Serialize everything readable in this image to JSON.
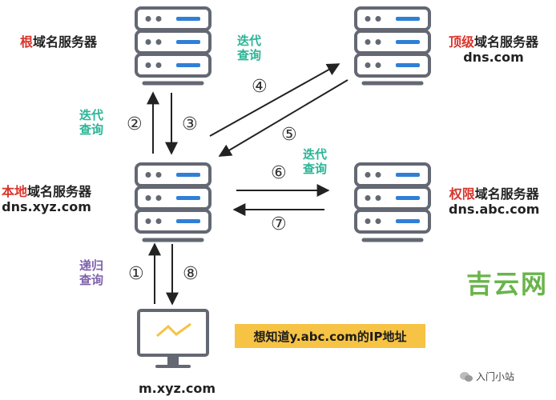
{
  "servers": {
    "root": {
      "accent": "根",
      "suffix": "域名服务器"
    },
    "tld": {
      "accent": "顶级",
      "suffix": "域名服务器",
      "host": "dns.com"
    },
    "local": {
      "accent": "本地",
      "suffix": "域名服务器",
      "host": "dns.xyz.com"
    },
    "auth": {
      "accent": "权限",
      "suffix": "域名服务器",
      "host": "dns.abc.com"
    }
  },
  "query_labels": {
    "iter_top": [
      "迭代",
      "查询"
    ],
    "iter_left": [
      "迭代",
      "查询"
    ],
    "iter_right": [
      "迭代",
      "查询"
    ],
    "recursive": [
      "递归",
      "查询"
    ]
  },
  "steps": [
    "①",
    "②",
    "③",
    "④",
    "⑤",
    "⑥",
    "⑦",
    "⑧"
  ],
  "client": {
    "host": "m.xyz.com"
  },
  "note": "想知道y.abc.com的IP地址",
  "watermark": "吉云网",
  "wechat": "入门小站",
  "colors": {
    "server": "#636873",
    "accent_red": "#d9342b",
    "iter_green": "#2bb596",
    "rec_purple": "#7f62ad",
    "note_bg": "#f6c344",
    "stripe": "#2f7fd6",
    "chart_line": "#f6c344"
  }
}
